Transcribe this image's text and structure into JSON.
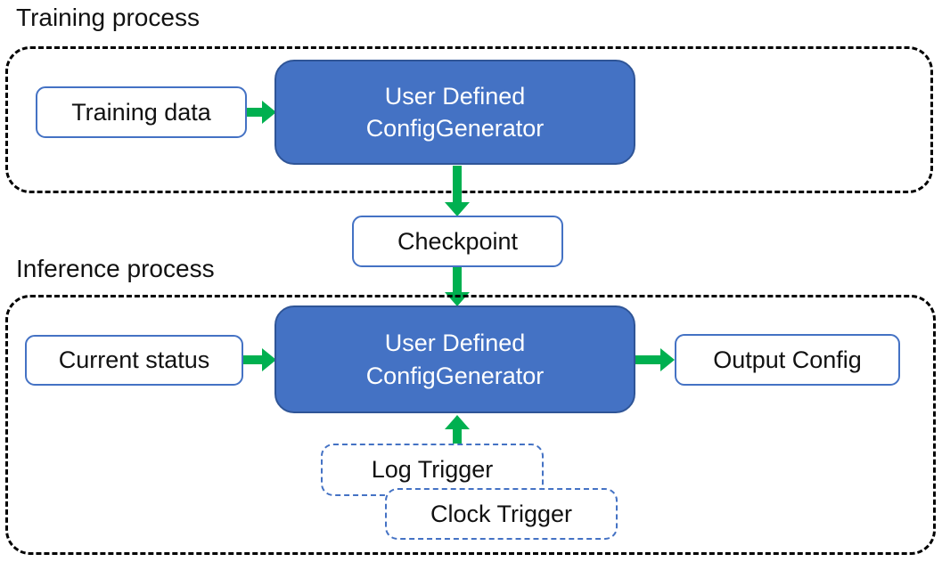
{
  "colors": {
    "blue_fill": "#4472C4",
    "blue_box_border": "#2F5597",
    "white_box_border": "#4472C4",
    "trigger_dashed_border": "#4472C4",
    "container_dashed_border": "#000000",
    "arrow_green": "#00B050",
    "text_dark": "#111111",
    "text_on_blue": "#ffffff"
  },
  "training": {
    "title": "Training process",
    "data_box": "Training data",
    "generator": {
      "line1": "User Defined",
      "line2": "ConfigGenerator"
    }
  },
  "checkpoint": {
    "label": "Checkpoint"
  },
  "inference": {
    "title": "Inference process",
    "status_box": "Current status",
    "generator": {
      "line1": "User Defined",
      "line2": "ConfigGenerator"
    },
    "output_box": "Output Config",
    "triggers": {
      "log": "Log Trigger",
      "clock": "Clock Trigger"
    }
  }
}
